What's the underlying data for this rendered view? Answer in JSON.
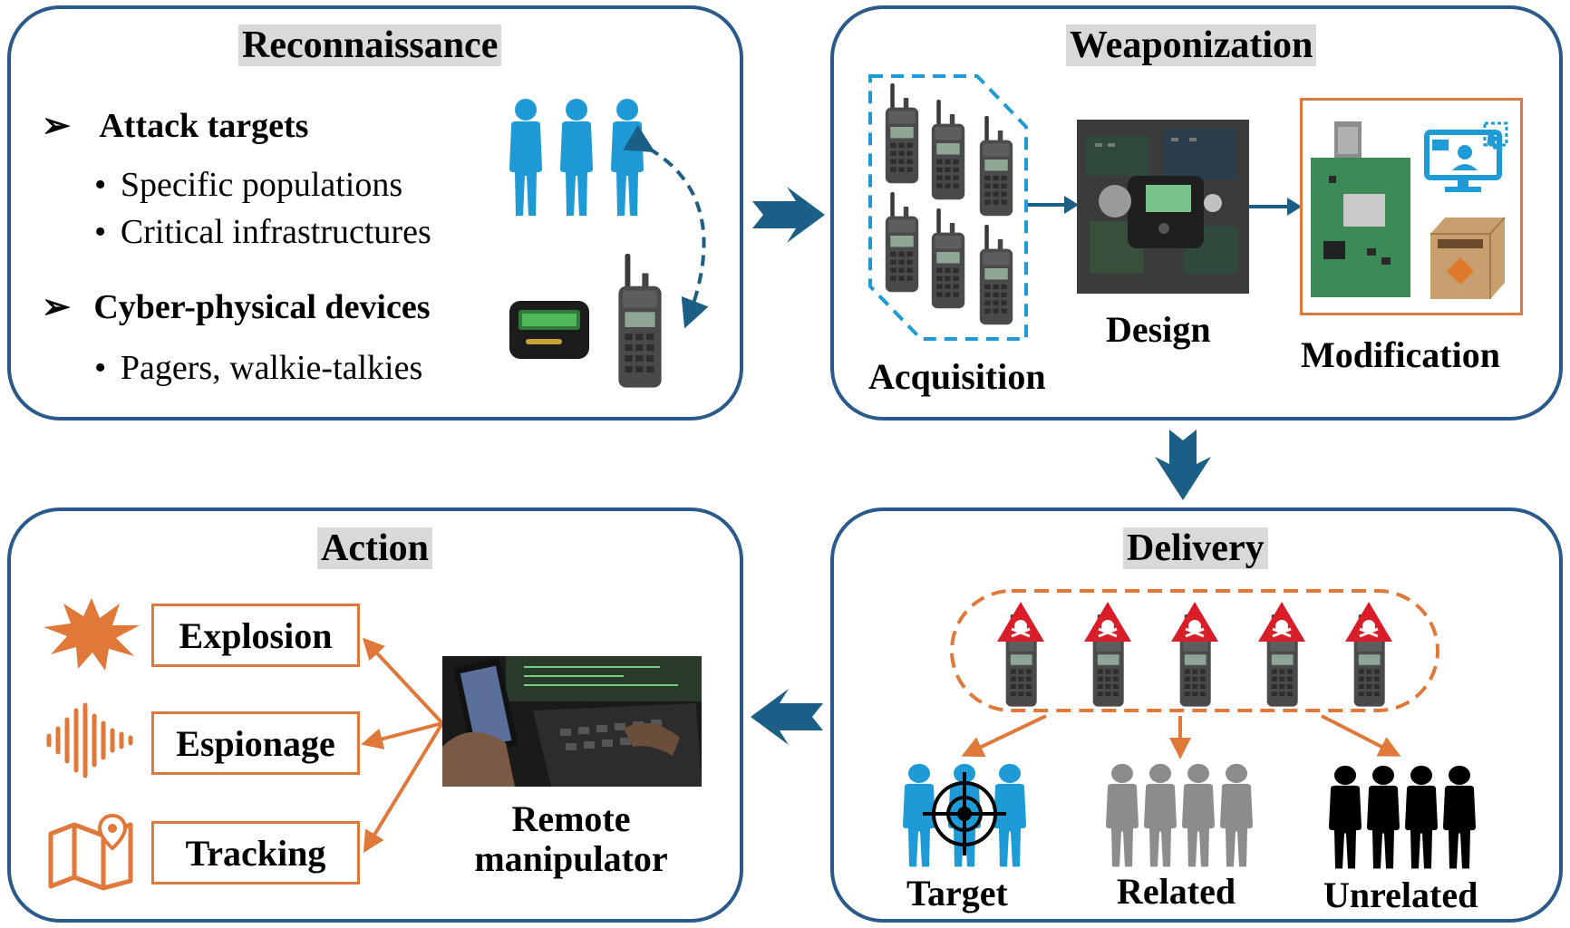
{
  "colors": {
    "panel_border": "#2a5a8c",
    "blue_people": "#1e9ad6",
    "orange": "#e0783a",
    "gray_people": "#8c8c8c",
    "dark_blue_arrow": "#1c5f86",
    "hazard_red": "#d91e2a"
  },
  "reconnaissance": {
    "title": "Reconnaissance",
    "bullet1": "Attack targets",
    "sub1": "Specific populations",
    "sub2": "Critical infrastructures",
    "bullet2": "Cyber-physical devices",
    "sub3": "Pagers, walkie-talkies",
    "bullet_marker": "➢",
    "dot_marker": "•"
  },
  "weaponization": {
    "title": "Weaponization",
    "acquisition": "Acquisition",
    "design": "Design",
    "modification": "Modification"
  },
  "delivery": {
    "title": "Delivery",
    "target": "Target",
    "related": "Related",
    "unrelated": "Unrelated"
  },
  "action": {
    "title": "Action",
    "explosion": "Explosion",
    "espionage": "Espionage",
    "tracking": "Tracking",
    "remote_line1": "Remote",
    "remote_line2": "manipulator"
  },
  "icons": {
    "people_group": "people-group-icon",
    "walkie_talkie": "walkie-talkie-icon",
    "pager": "pager-icon",
    "circuit_board": "circuit-board-icon",
    "explosion": "explosion-icon",
    "sound_wave": "sound-wave-icon",
    "map_pin": "map-pin-icon",
    "hazard": "skull-hazard-icon",
    "crosshair": "crosshair-icon"
  }
}
